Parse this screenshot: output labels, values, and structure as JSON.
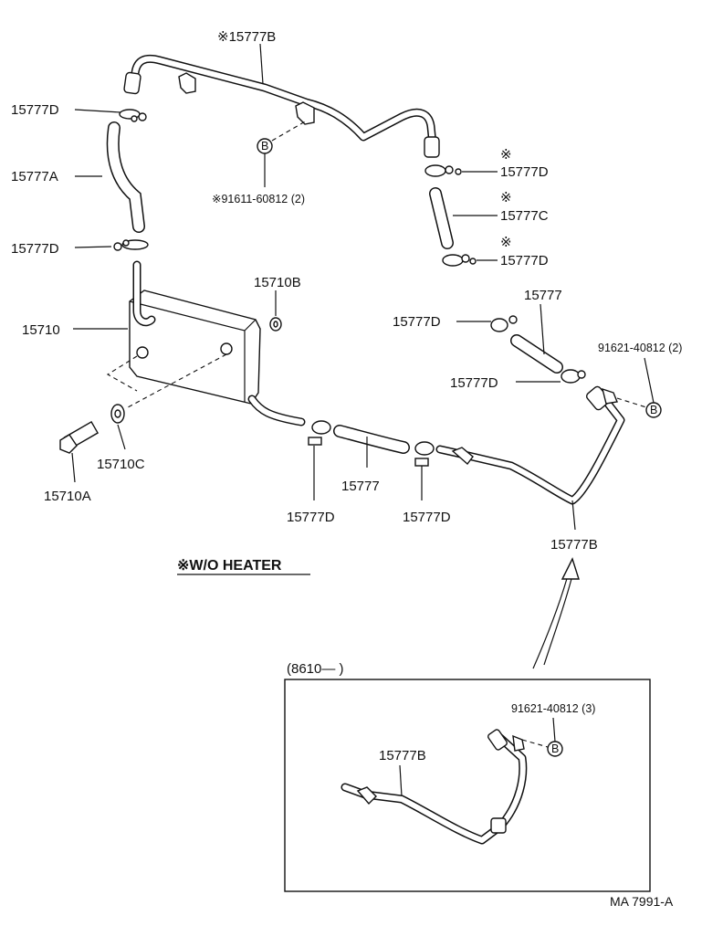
{
  "note_star": "※",
  "labels": {
    "top_15777B": "※15777B",
    "d_left_top": "15777D",
    "a_left": "15777A",
    "d_left_mid": "15777D",
    "bolt_b_top": "※91611-60812 (2)",
    "r_d1": "15777D",
    "r_c": "15777C",
    "r_d2": "15777D",
    "tank_15710B": "15710B",
    "tank_15710": "15710",
    "tank_15710C": "15710C",
    "tank_15710A": "15710A",
    "hose_d_right": "15777D",
    "hose_15777_right": "15777",
    "bolt_right": "91621-40812 (2)",
    "hose_d_right2": "15777D",
    "bottom_d1": "15777D",
    "bottom_15777": "15777",
    "bottom_d2": "15777D",
    "bottom_15777B": "15777B",
    "wo_heater": "※W/O HEATER",
    "box_header": "(8610—        )",
    "box_bolt": "91621-40812 (3)",
    "box_15777B": "15777B",
    "ref_code": "MA  7991-A"
  },
  "callout_letter": "B"
}
